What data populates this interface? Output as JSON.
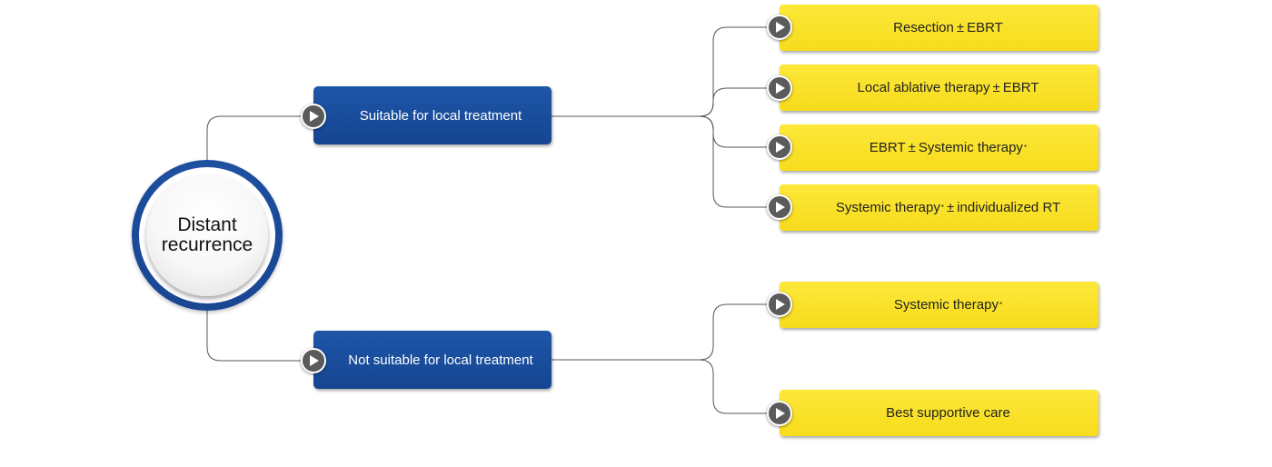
{
  "root": {
    "label": "Distant\nrecurrence"
  },
  "branches": [
    {
      "label": "Suitable for local treatment",
      "options": [
        {
          "main": "Resection",
          "pm": "±",
          "rest": "EBRT",
          "sup1": "",
          "sup2": ""
        },
        {
          "main": "Local ablative therapy",
          "pm": "±",
          "rest": "EBRT",
          "sup1": "",
          "sup2": ""
        },
        {
          "main": "EBRT",
          "pm": "±",
          "rest": "Systemic therapy",
          "sup1": "",
          "sup2": "*"
        },
        {
          "main": "Systemic therapy",
          "pm": "±",
          "rest": "individualized RT",
          "sup1": "*",
          "sup2": ""
        }
      ]
    },
    {
      "label": "Not suitable for local treatment",
      "options": [
        {
          "main": "Systemic therapy",
          "pm": "",
          "rest": "",
          "sup1": "*",
          "sup2": ""
        },
        {
          "main": "Best supportive care",
          "pm": "",
          "rest": "",
          "sup1": "",
          "sup2": ""
        }
      ]
    }
  ],
  "colors": {
    "blue_box": "#1a4f9f",
    "yellow_box": "#fbe32a",
    "connector": "#555555",
    "arrow_badge": "#5b5b5b"
  }
}
